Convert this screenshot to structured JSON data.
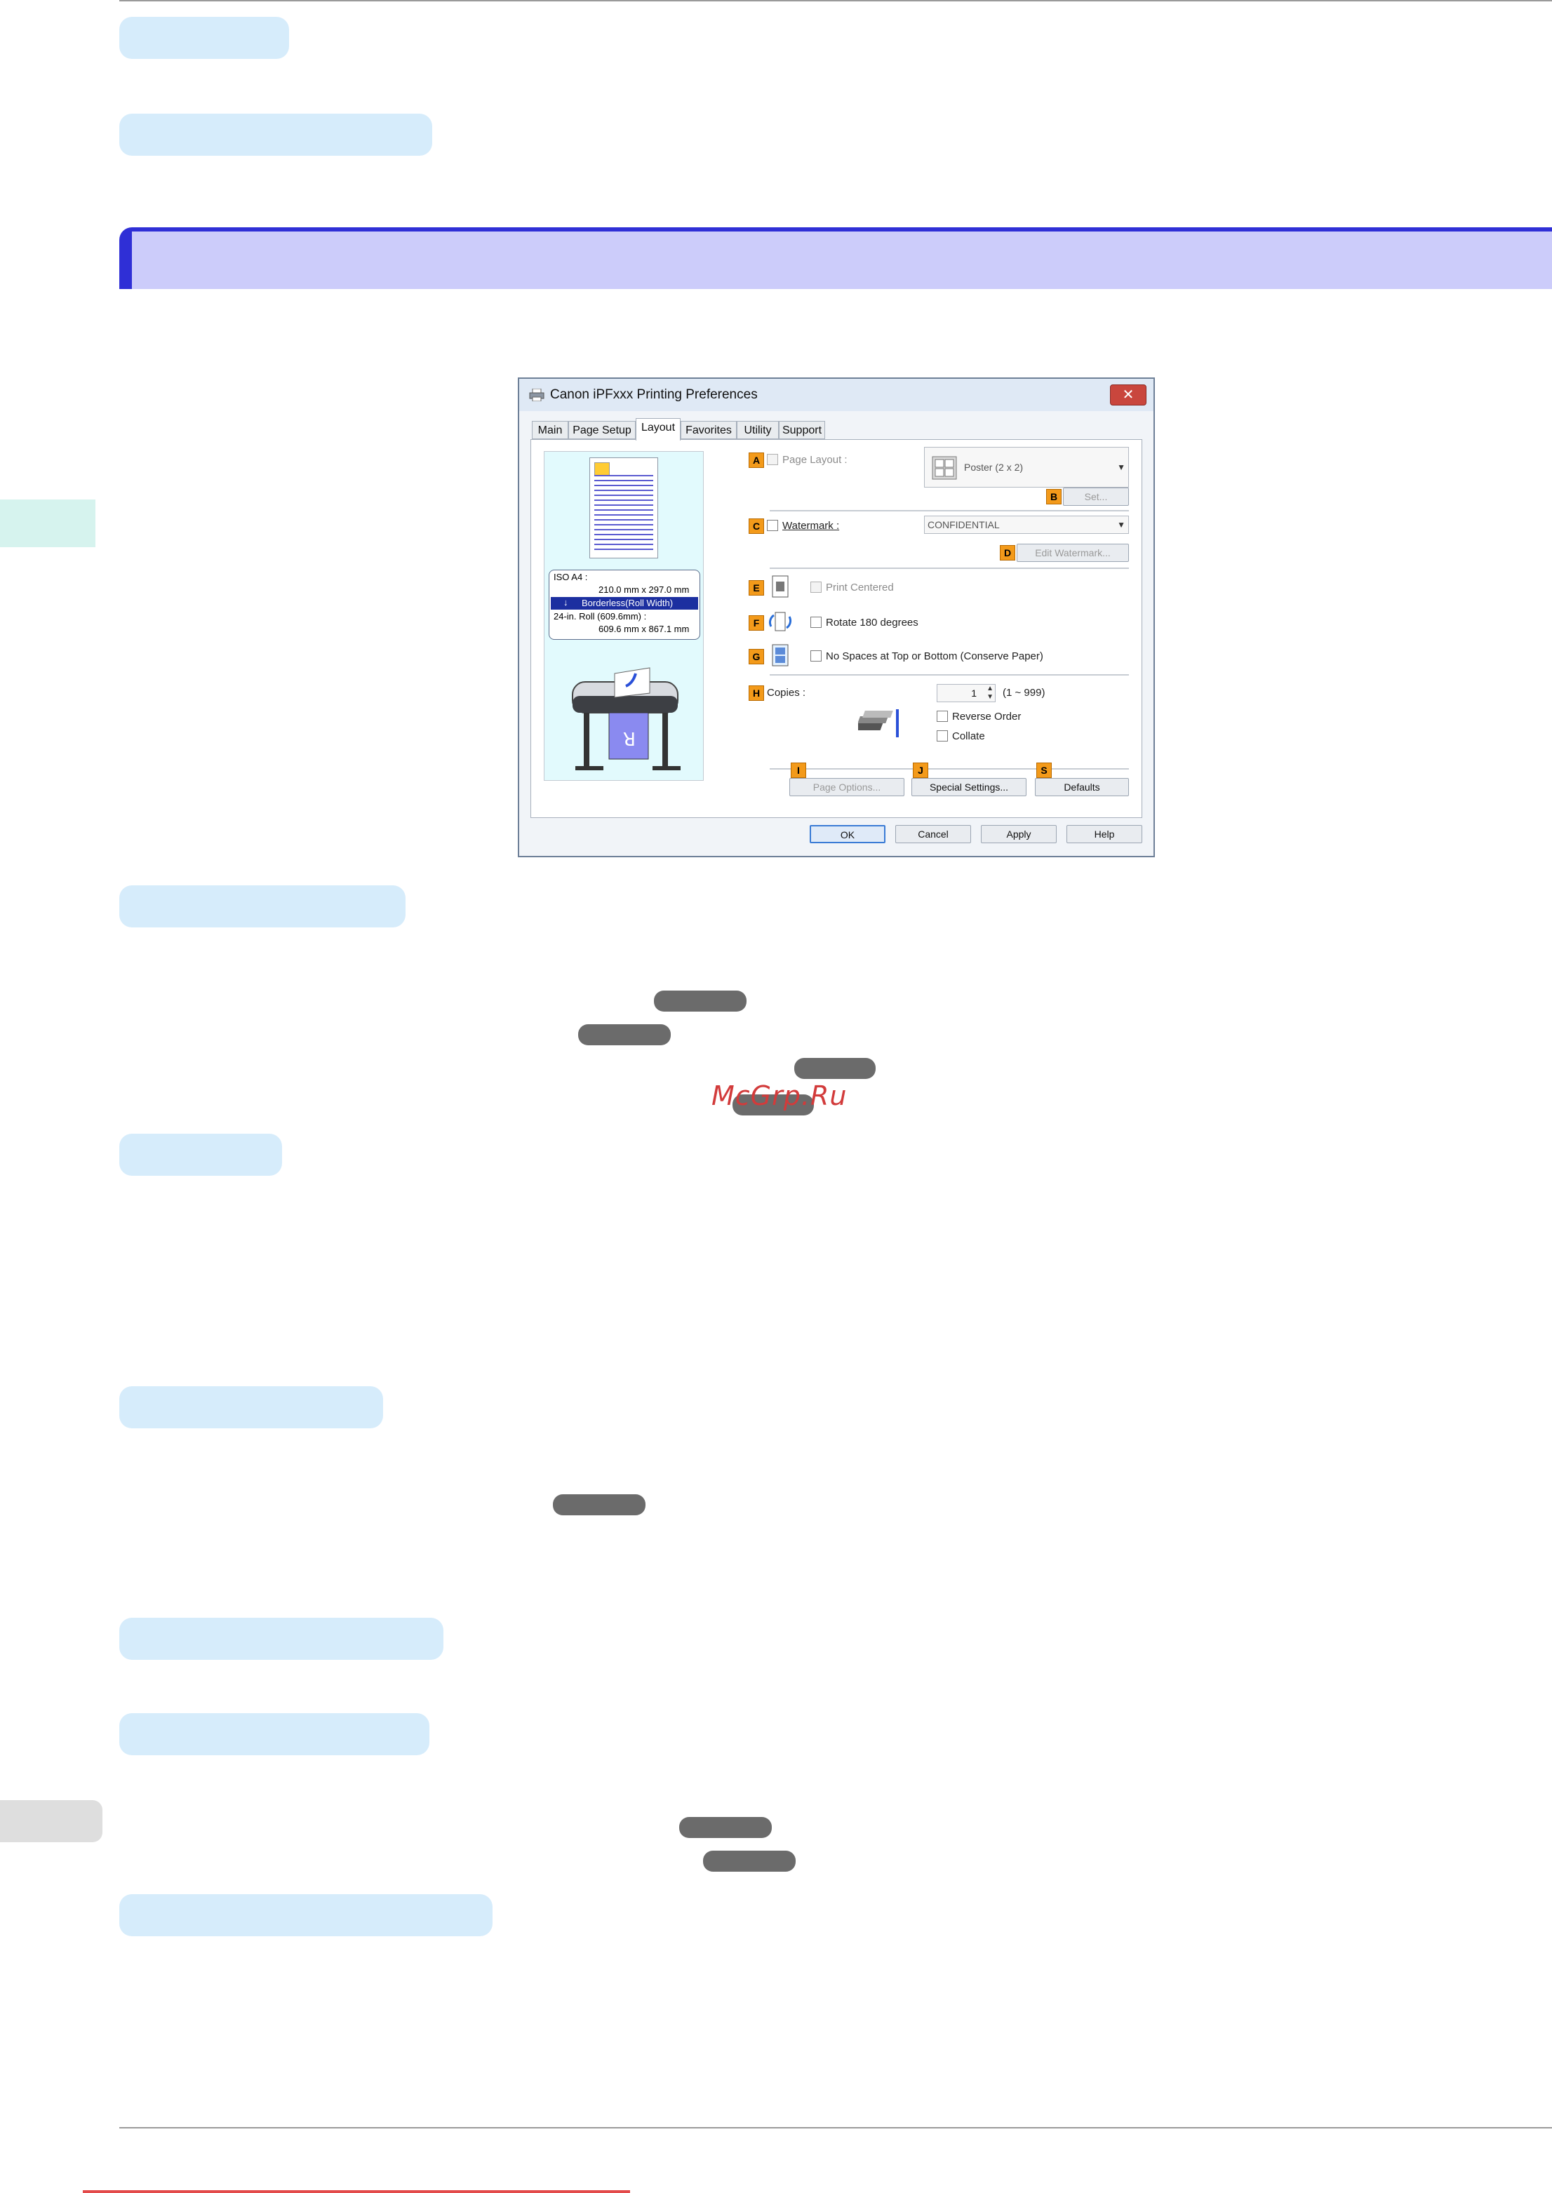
{
  "dialog": {
    "title": "Canon iPFxxx Printing Preferences",
    "close_label": "✕",
    "tabs": [
      "Main",
      "Page Setup",
      "Layout",
      "Favorites",
      "Utility",
      "Support"
    ],
    "active_tab": "Layout",
    "preview": {
      "size_line1": "ISO A4 :",
      "size_line2": "210.0 mm x 297.0 mm",
      "size_line3": "Borderless(Roll Width)",
      "size_line4": "24-in. Roll (609.6mm) :",
      "size_line5": "609.6 mm x 867.1 mm"
    },
    "page_layout": {
      "badge": "A",
      "label": "Page Layout :",
      "value": "Poster (2 x 2)"
    },
    "set_button": {
      "badge": "B",
      "label": "Set..."
    },
    "watermark": {
      "badge": "C",
      "label": "Watermark :",
      "value": "CONFIDENTIAL"
    },
    "edit_watermark": {
      "badge": "D",
      "label": "Edit Watermark..."
    },
    "print_centered": {
      "badge": "E",
      "label": "Print Centered"
    },
    "rotate": {
      "badge": "F",
      "label": "Rotate 180 degrees"
    },
    "no_spaces": {
      "badge": "G",
      "label": "No Spaces at Top or Bottom (Conserve Paper)"
    },
    "copies": {
      "badge": "H",
      "label": "Copies :",
      "value": "1",
      "range": "(1 ~ 999)"
    },
    "reverse_order": "Reverse Order",
    "collate": "Collate",
    "page_options": {
      "badge": "I",
      "label": "Page Options..."
    },
    "special_settings": {
      "badge": "J",
      "label": "Special Settings..."
    },
    "defaults": {
      "badge": "S",
      "label": "Defaults"
    },
    "ok": "OK",
    "cancel": "Cancel",
    "apply": "Apply",
    "help": "Help"
  },
  "watermark_text": "McGrp.Ru",
  "colors": {
    "pill": "#d6ecfb",
    "banner": "#ccccfa",
    "banner_edge": "#2f2fd6",
    "badge": "#f39a1a"
  }
}
